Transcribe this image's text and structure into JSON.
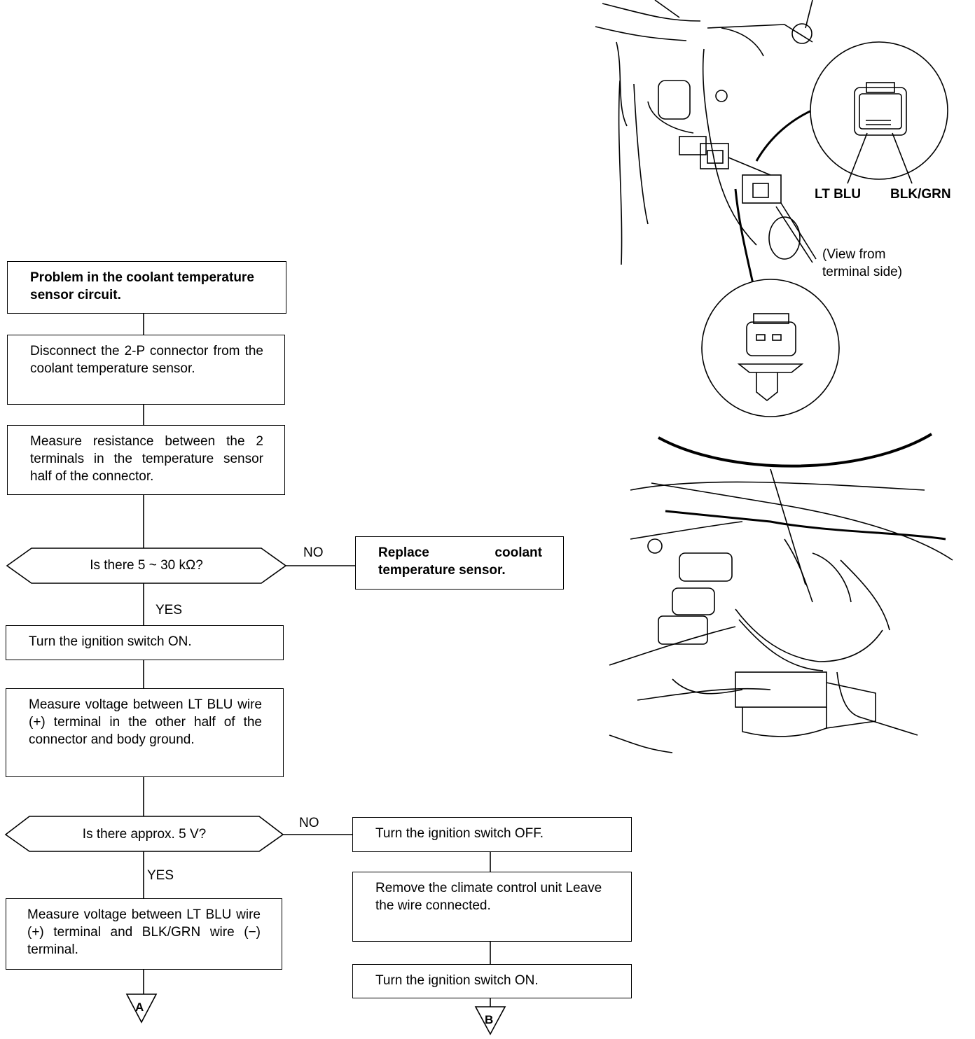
{
  "flow": {
    "step1": "Problem in the coolant temperature sensor circuit.",
    "step2": "Disconnect the 2-P connector from the coolant temperature sensor.",
    "step3": "Measure resistance between the 2 terminals in the temperature sensor half of the connector.",
    "decision1": "Is there 5 ~ 30 kΩ?",
    "decision1_no": "NO",
    "decision1_yes": "YES",
    "no1_action": "Replace coolant temperature sensor.",
    "step4": "Turn the ignition switch ON.",
    "step5": "Measure voltage between LT BLU wire (+) terminal in the other half of the connector and body ground.",
    "decision2": "Is there approx. 5 V?",
    "decision2_no": "NO",
    "decision2_yes": "YES",
    "step6": "Measure voltage between LT BLU wire (+) terminal and BLK/GRN wire (−) terminal.",
    "no2_step1": "Turn the ignition switch OFF.",
    "no2_step2": "Remove the climate control unit Leave the wire connected.",
    "no2_step3": "Turn the ignition switch ON.",
    "connector_a": "A",
    "connector_b": "B"
  },
  "illustration": {
    "label_lt_blu": "LT BLU",
    "label_blk_grn": "BLK/GRN",
    "label_view": "(View from terminal side)"
  }
}
